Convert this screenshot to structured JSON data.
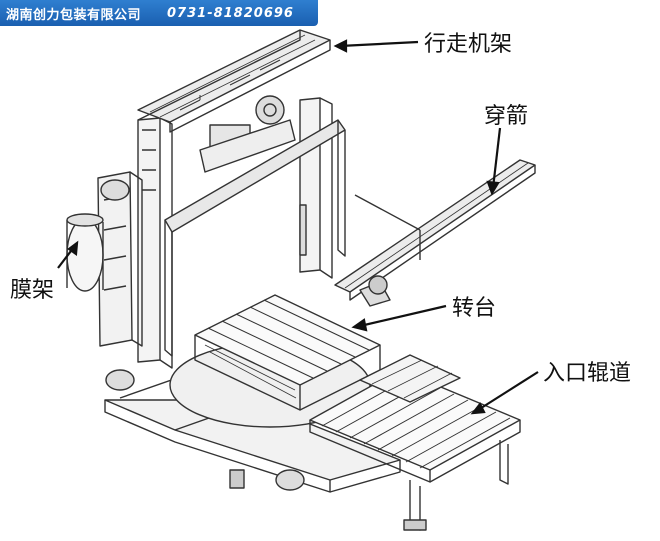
{
  "banner": {
    "company": "湖南创力包装有限公司",
    "phone": "0731-81820696",
    "bg_color": "#1f6cc2"
  },
  "labels": {
    "gantry": "行走机架",
    "arrow_rod": "穿箭",
    "film_rack": "膜架",
    "turntable": "转台",
    "entry_conveyor": "入口辊道"
  }
}
